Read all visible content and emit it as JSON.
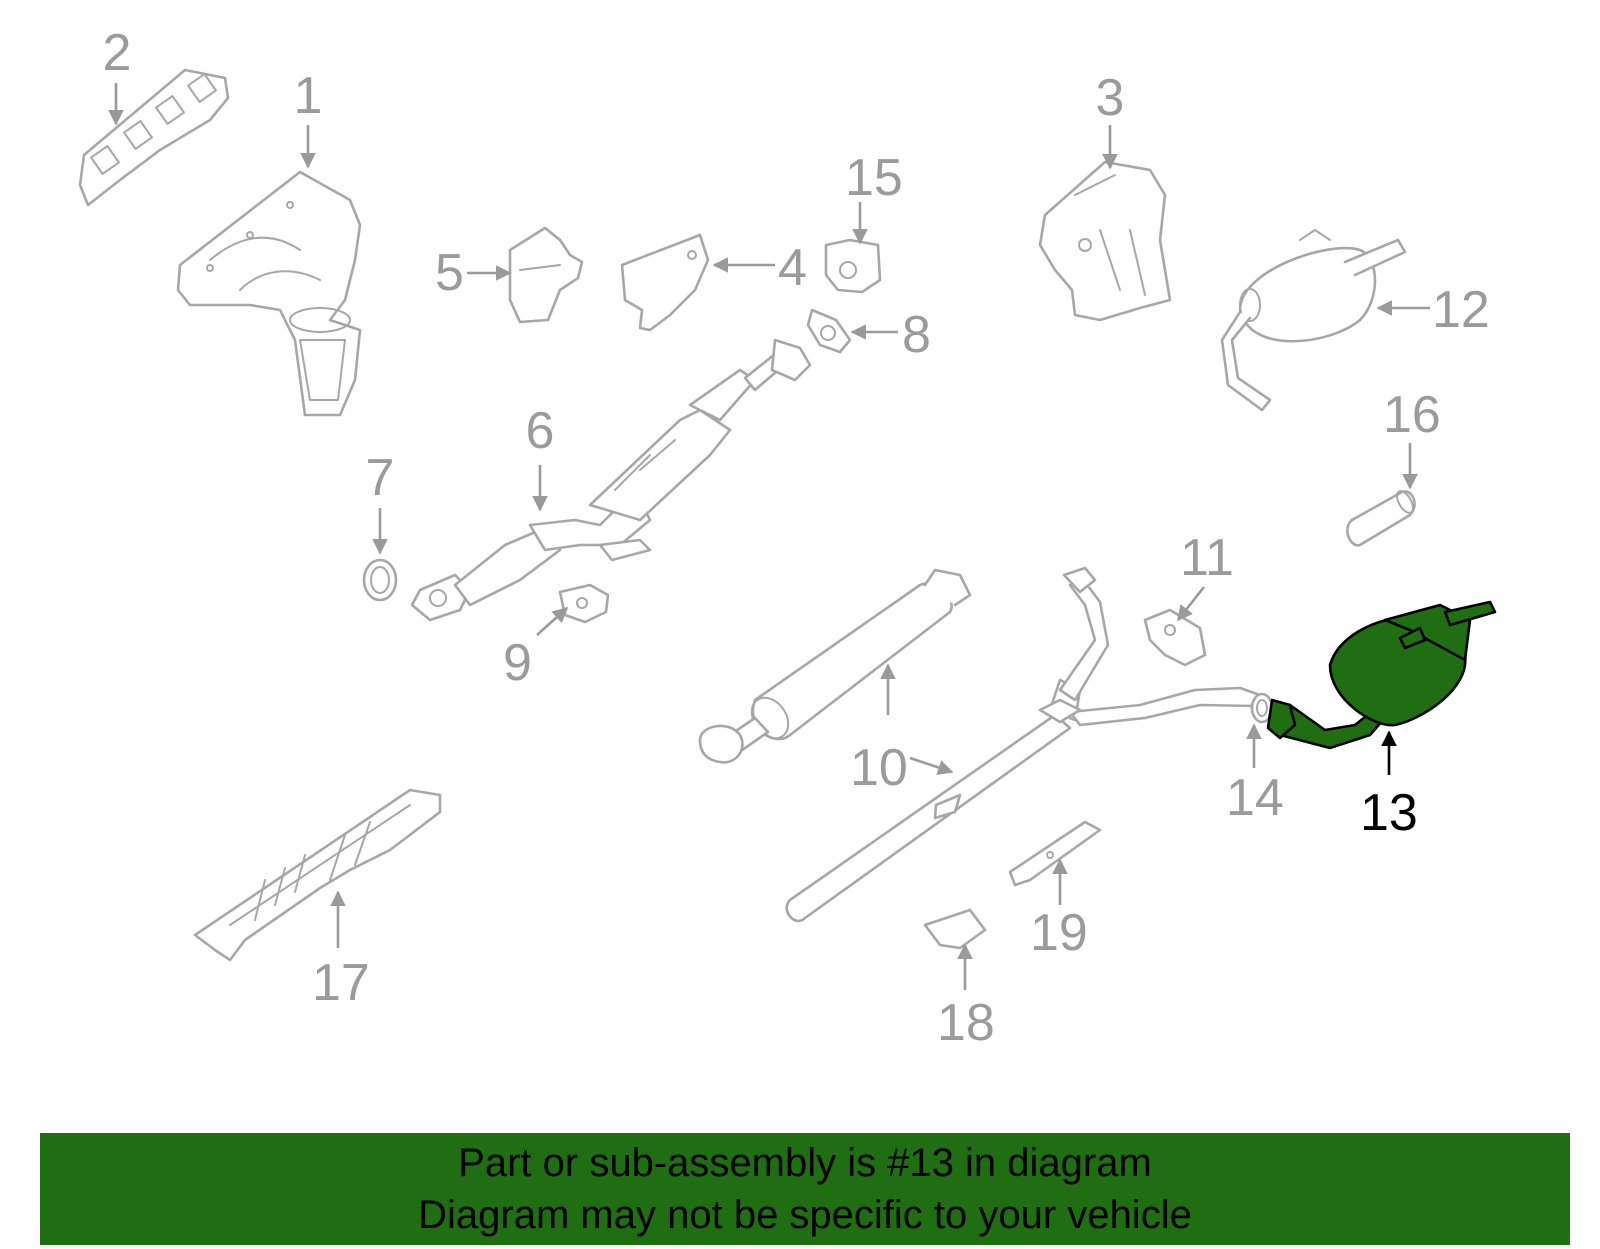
{
  "highlight_color": "#1f6e12",
  "callouts": {
    "c1": "1",
    "c2": "2",
    "c3": "3",
    "c4": "4",
    "c5": "5",
    "c6": "6",
    "c7": "7",
    "c8": "8",
    "c9": "9",
    "c10": "10",
    "c11": "11",
    "c12": "12",
    "c13": "13",
    "c14": "14",
    "c15": "15",
    "c16": "16",
    "c17": "17",
    "c18": "18",
    "c19": "19"
  },
  "banner": {
    "line1": "Part or sub-assembly is #13 in diagram",
    "line2": "Diagram may not be specific to your vehicle"
  }
}
